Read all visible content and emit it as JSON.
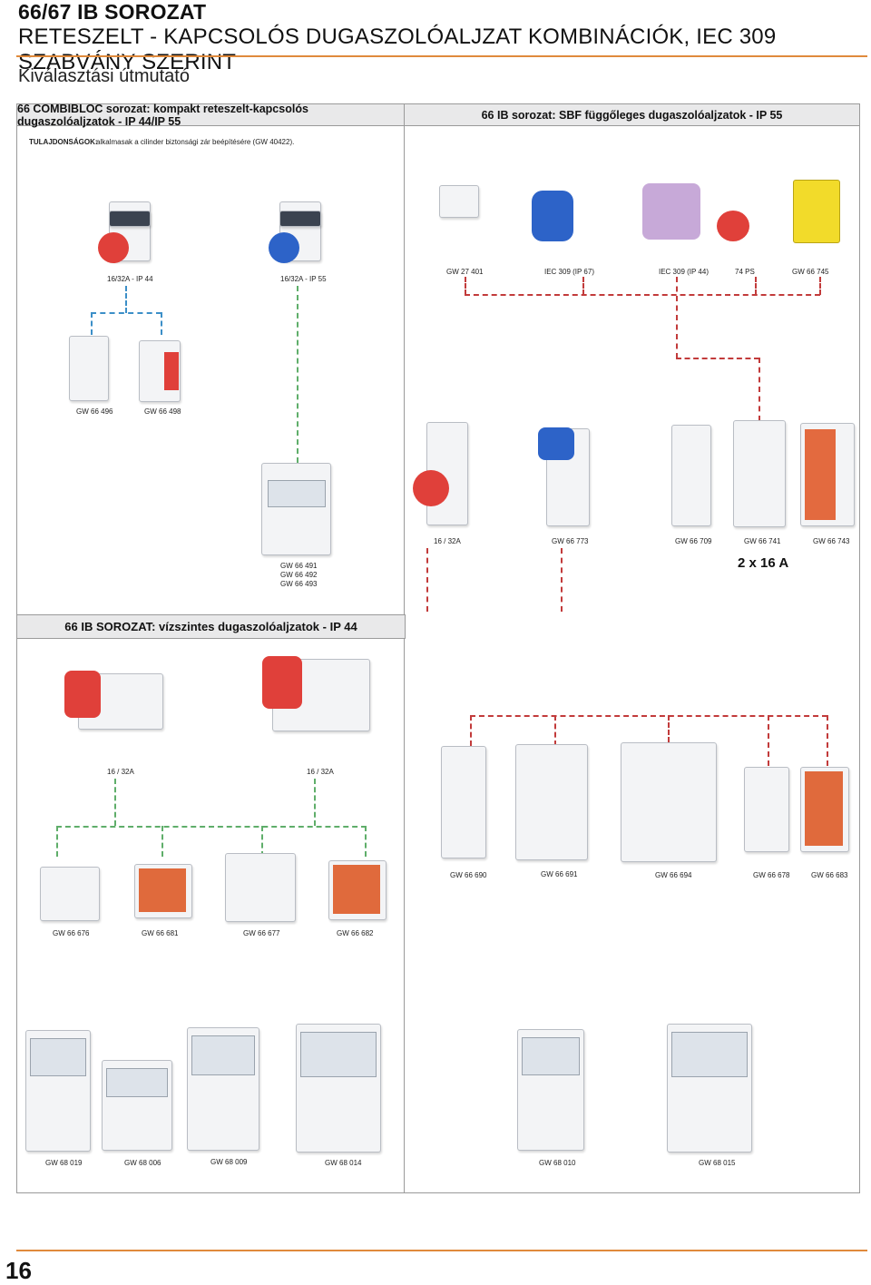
{
  "header": {
    "series": "66/67 IB SOROZAT",
    "subtitle": "RETESZELT - KAPCSOLÓS DUGASZOLÓALJZAT KOMBINÁCIÓK, IEC 309 SZABVÁNY SZERINT",
    "guide": "Kiválasztási útmutató"
  },
  "colors": {
    "accent": "#e08a3c",
    "panel_bg": "#e9e9ea",
    "red_dash": "#c23b3b",
    "blue_dash": "#3c8fc8",
    "green_dash": "#5fae6a"
  },
  "section_left": {
    "title": "66 COMBIBLOC sorozat: kompakt reteszelt-kapcsolós dugaszolóaljzatok - IP 44/IP 55",
    "props_label": "TULAJDONSÁGOK:",
    "props_text": "alkalmasak a cilinder biztonsági zár beépítésére (GW 40422).",
    "sockets": [
      "16/32A - IP 44",
      "16/32A - IP 55"
    ],
    "boxes": [
      "GW 66 496",
      "GW 66 498"
    ],
    "enclosure_codes": [
      "GW 66 491",
      "GW 66 492",
      "GW 66 493"
    ]
  },
  "section_right": {
    "title": "66 IB sorozat: SBF függőleges dugaszolóaljzatok - IP 55",
    "top_items": [
      "GW 27 401",
      "IEC 309 (IP 67)",
      "IEC 309 (IP 44)",
      "74 PS",
      "GW 66 745"
    ],
    "mid_items": [
      "16 / 32A",
      "GW 66 773",
      "GW 66 709",
      "GW 66 741",
      "GW 66 743"
    ],
    "rating": "2 x 16 A"
  },
  "section_bottom": {
    "title": "66 IB SOROZAT: vízszintes dugaszolóaljzatok - IP 44",
    "sockets": [
      "16 / 32A",
      "16 / 32A"
    ],
    "boxes_left": [
      "GW 66 676",
      "GW 66 681",
      "GW 66 677",
      "GW 66 682"
    ],
    "boxes_right": [
      "GW 66 690",
      "GW 66 691",
      "GW 66 694",
      "GW 66 678",
      "GW 66 683"
    ],
    "panels": [
      "GW 68 019",
      "GW 68 006",
      "GW 68 009",
      "GW 68 014",
      "GW 68 010",
      "GW 68 015"
    ]
  },
  "footer": {
    "page_number": "16"
  }
}
